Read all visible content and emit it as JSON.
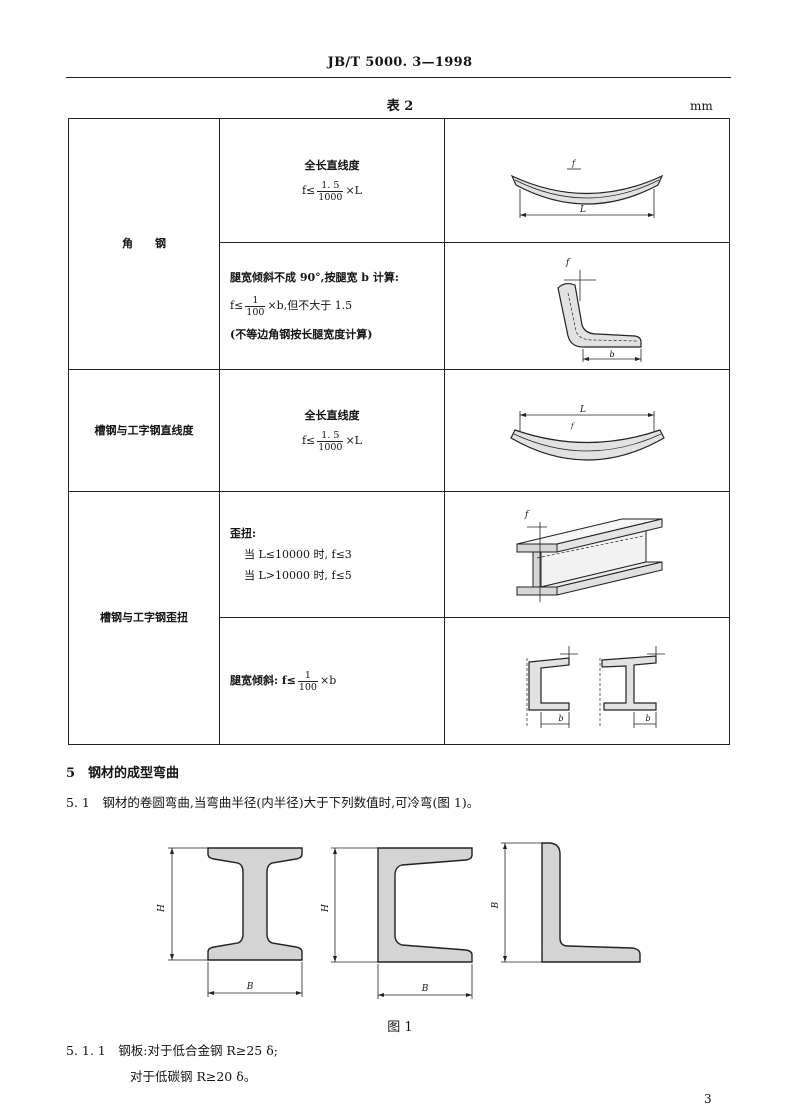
{
  "header": {
    "doc_code": "JB/T 5000. 3—1998"
  },
  "table": {
    "caption": "表 2",
    "unit": "mm",
    "angle_steel": {
      "label": "角　　钢",
      "straightness": {
        "title": "全长直线度",
        "formula": {
          "prefix": "f≤",
          "num": "1. 5",
          "den": "1000",
          "suffix": "×L"
        },
        "figure": {
          "f": "f",
          "L": "L"
        }
      },
      "leg_tilt": {
        "line1": "腿宽倾斜不成 90°,按腿宽 b 计算:",
        "formula": {
          "prefix": "f≤",
          "num": "1",
          "den": "100",
          "suffix": "×b,但不大于 1.5"
        },
        "line3": "(不等边角钢按长腿宽度计算)",
        "figure": {
          "f": "f",
          "b": "b"
        }
      }
    },
    "channel_straightness": {
      "label": "槽钢与工字钢直线度",
      "title": "全长直线度",
      "formula": {
        "prefix": "f≤",
        "num": "1. 5",
        "den": "1000",
        "suffix": "×L"
      },
      "figure": {
        "L": "L",
        "f": "f"
      }
    },
    "channel_twist": {
      "label": "槽钢与工字钢歪扭",
      "twist": {
        "title": "歪扭:",
        "line1": "当 L≤10000 时, f≤3",
        "line2": "当 L>10000 时, f≤5",
        "figure": {
          "f": "f"
        }
      },
      "leg_tilt": {
        "formula": {
          "prefix": "腿宽倾斜: f≤",
          "num": "1",
          "den": "100",
          "suffix": "×b"
        },
        "figure": {
          "b1": "b",
          "b2": "b"
        }
      }
    }
  },
  "section5": {
    "heading": "5　钢材的成型弯曲",
    "clause_5_1": "5. 1　钢材的卷圆弯曲,当弯曲半径(内半径)大于下列数值时,可冷弯(图 1)。",
    "figure1": {
      "caption": "图 1",
      "ibeam": {
        "H": "H",
        "B": "B"
      },
      "channel": {
        "H": "H",
        "B": "B"
      },
      "angle": {
        "B": "B"
      }
    },
    "clause_5_1_1": {
      "line1": "5. 1. 1　钢板:对于低合金钢 R≥25 δ;",
      "line2": "对于低碳钢 R≥20 δ。"
    }
  },
  "page_number": "3"
}
